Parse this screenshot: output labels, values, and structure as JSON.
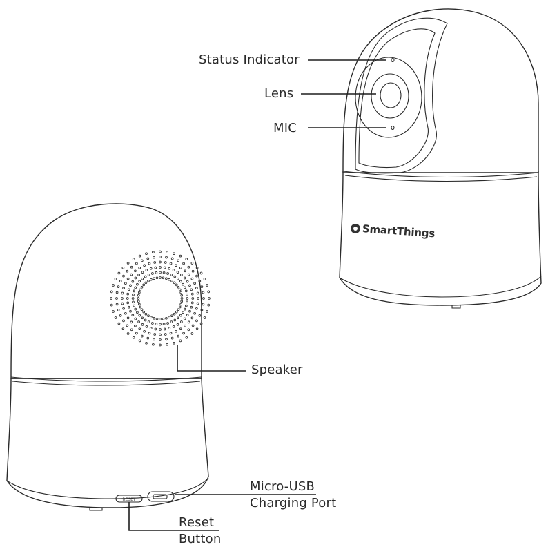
{
  "front_camera": {
    "brand": "SmartThings",
    "labels": {
      "status_indicator": "Status Indicator",
      "lens": "Lens",
      "mic": "MIC"
    }
  },
  "back_camera": {
    "labels": {
      "speaker": "Speaker",
      "micro_usb_line1": "Micro-USB",
      "micro_usb_line2": "Charging Port",
      "reset_line1": "Reset",
      "reset_line2": "Button",
      "reset_port_text": "RESET"
    }
  }
}
